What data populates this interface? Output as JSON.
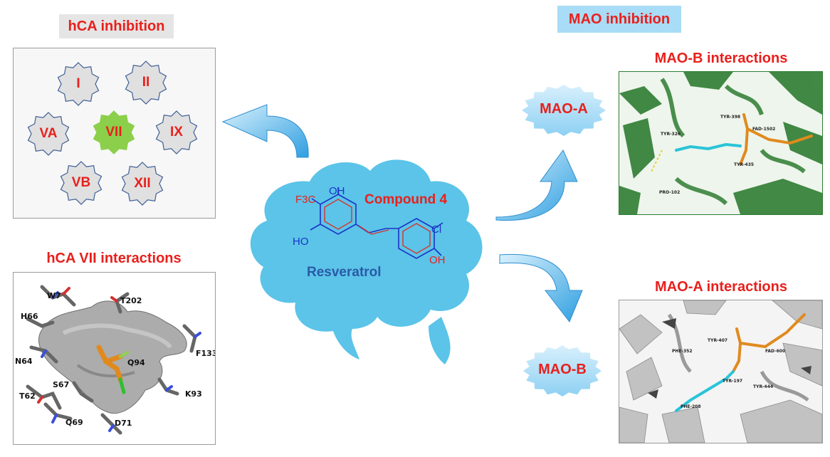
{
  "hca": {
    "title": "hCA inhibition",
    "isoforms": [
      {
        "label": "I",
        "color": "#e0e0e0"
      },
      {
        "label": "II",
        "color": "#e0e0e0"
      },
      {
        "label": "VA",
        "color": "#e0e0e0"
      },
      {
        "label": "VII",
        "color": "#8ccf4a"
      },
      {
        "label": "IX",
        "color": "#e0e0e0"
      },
      {
        "label": "VB",
        "color": "#e0e0e0"
      },
      {
        "label": "XII",
        "color": "#e0e0e0"
      }
    ],
    "interactions_title": "hCA VII interactions",
    "residues": [
      "W7",
      "T202",
      "H66",
      "F133",
      "N64",
      "Q94",
      "S67",
      "K93",
      "T62",
      "Q69",
      "D71"
    ]
  },
  "mao": {
    "title": "MAO inhibition",
    "mao_a_label": "MAO-A",
    "mao_b_label": "MAO-B",
    "b_interactions_title": "MAO-B interactions",
    "a_interactions_title": "MAO-A interactions",
    "b_residues": [
      "TYR-398",
      "TYR-326",
      "FAD-1502",
      "TYR-435",
      "PRO-102"
    ],
    "a_residues": [
      "TYR-407",
      "PHE-352",
      "FAD-600",
      "TYR-197",
      "TYR-444",
      "PHE-208"
    ]
  },
  "center": {
    "compound_label": "Compound 4",
    "parent_label": "Resveratrol",
    "substituents": {
      "cf3": "F3C",
      "oh_top": "OH",
      "oh_left": "HO",
      "cl": "Cl",
      "oh_right": "OH"
    }
  },
  "colors": {
    "accent_red": "#e8201c",
    "cloud_blue": "#5bc4e8",
    "arrow_blue": "#3aa7e4",
    "mao_badge_blue": "#a9dcf6",
    "hca_badge_gray": "#e5e5e5",
    "mao_b_protein": "#2e7d32",
    "mao_a_protein": "#c8c8c8",
    "ligand_orange": "#e08a1e",
    "ligand_cyan": "#2ac4d8"
  }
}
